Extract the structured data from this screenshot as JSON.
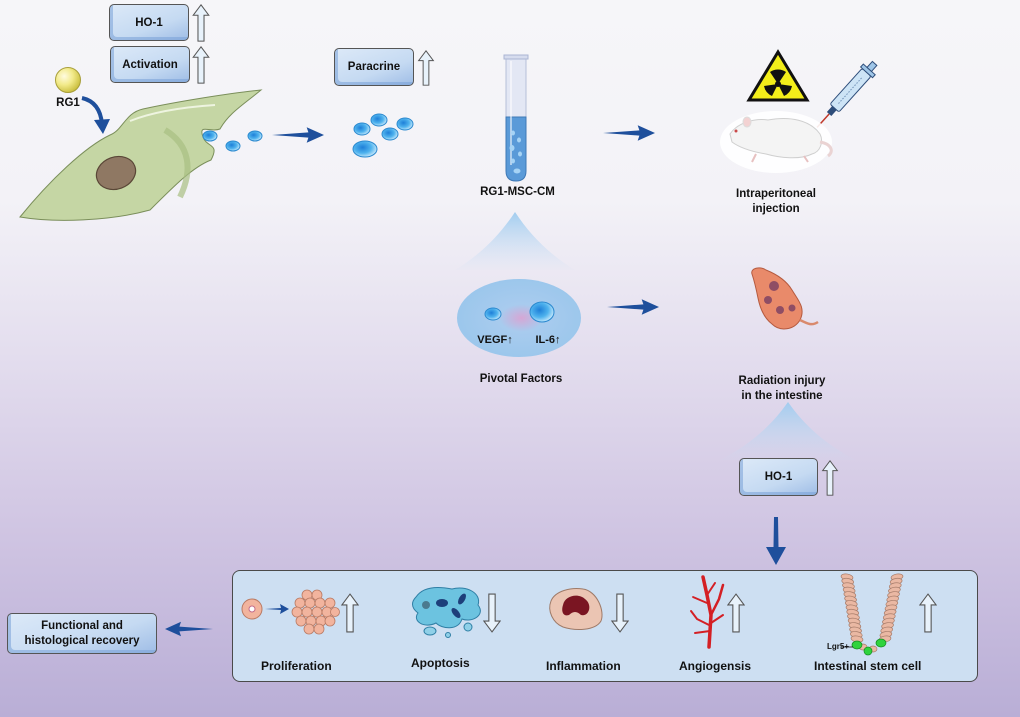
{
  "title": "RG1-MSC-CM mechanism in radiation intestinal injury",
  "top_left": {
    "boxes": [
      {
        "label": "HO-1",
        "direction": "up"
      },
      {
        "label": "Activation",
        "direction": "up"
      }
    ],
    "rg1_label": "RG1"
  },
  "paracrine": {
    "label": "Paracrine",
    "direction": "up"
  },
  "tube_label": "RG1-MSC-CM",
  "injection_label_line1": "Intraperitoneal",
  "injection_label_line2": "injection",
  "pivotal": {
    "factors": [
      {
        "label": "VEGF↑"
      },
      {
        "label": "IL-6↑"
      }
    ],
    "caption": "Pivotal Factors"
  },
  "intestine_label_line1": "Radiation injury",
  "intestine_label_line2": "in the intestine",
  "ho1_box": {
    "label": "HO-1",
    "direction": "up"
  },
  "outcomes": [
    {
      "label": "Proliferation",
      "direction": "up"
    },
    {
      "label": "Apoptosis",
      "direction": "down"
    },
    {
      "label": "Inflammation",
      "direction": "down"
    },
    {
      "label": "Angiogensis",
      "direction": "up"
    },
    {
      "label": "Intestinal stem cell",
      "direction": "up"
    }
  ],
  "stem_cell_marker": "Lgr5+",
  "recovery_line1": "Functional and",
  "recovery_line2": "histological recovery",
  "colors": {
    "arrow_blue": "#1e4f9c",
    "box_fill": "#c9dcf3",
    "cell_green": "#c7d6a6",
    "vesicle_blue": "#3aa4e8",
    "panel_fill": "#cddff2"
  }
}
